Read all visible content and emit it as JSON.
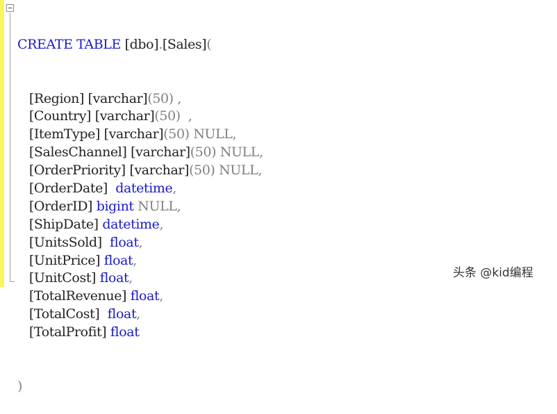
{
  "editor": {
    "language": "SQL",
    "header": {
      "keywords": "CREATE TABLE",
      "schema": "[dbo]",
      "dot": ".",
      "table": "[Sales]",
      "open_paren": "("
    },
    "columns": [
      {
        "name": "[Region]",
        "sep": " ",
        "type": "[varchar]",
        "size": "(50)",
        "nullable": "",
        "trail": " ,"
      },
      {
        "name": "[Country]",
        "sep": " ",
        "type": "[varchar]",
        "size": "(50)",
        "nullable": "",
        "trail": "  ,"
      },
      {
        "name": "[ItemType]",
        "sep": " ",
        "type": "[varchar]",
        "size": "(50)",
        "nullable": " NULL",
        "trail": ","
      },
      {
        "name": "[SalesChannel]",
        "sep": " ",
        "type": "[varchar]",
        "size": "(50)",
        "nullable": " NULL",
        "trail": ","
      },
      {
        "name": "[OrderPriority]",
        "sep": " ",
        "type": "[varchar]",
        "size": "(50)",
        "nullable": " NULL",
        "trail": ","
      },
      {
        "name": "[OrderDate]",
        "sep": "  ",
        "type": "datetime",
        "size": "",
        "nullable": "",
        "trail": ","
      },
      {
        "name": "[OrderID]",
        "sep": " ",
        "type": "bigint",
        "size": "",
        "nullable": " NULL",
        "trail": ","
      },
      {
        "name": "[ShipDate]",
        "sep": " ",
        "type": "datetime",
        "size": "",
        "nullable": "",
        "trail": ","
      },
      {
        "name": "[UnitsSold]",
        "sep": "  ",
        "type": "float",
        "size": "",
        "nullable": "",
        "trail": ","
      },
      {
        "name": "[UnitPrice]",
        "sep": " ",
        "type": "float",
        "size": "",
        "nullable": "",
        "trail": ","
      },
      {
        "name": "[UnitCost]",
        "sep": " ",
        "type": "float",
        "size": "",
        "nullable": "",
        "trail": ","
      },
      {
        "name": "[TotalRevenue]",
        "sep": " ",
        "type": "float",
        "size": "",
        "nullable": "",
        "trail": ","
      },
      {
        "name": "[TotalCost]",
        "sep": "  ",
        "type": "float",
        "size": "",
        "nullable": "",
        "trail": ","
      },
      {
        "name": "[TotalProfit]",
        "sep": " ",
        "type": "float",
        "size": "",
        "nullable": "",
        "trail": ""
      }
    ],
    "close_paren": ")",
    "indent": "   "
  },
  "watermark": "头条 @kid编程",
  "colors": {
    "keyword": "#1a1acd",
    "null_keyword": "#808080",
    "change_bar": "#fff35a"
  }
}
